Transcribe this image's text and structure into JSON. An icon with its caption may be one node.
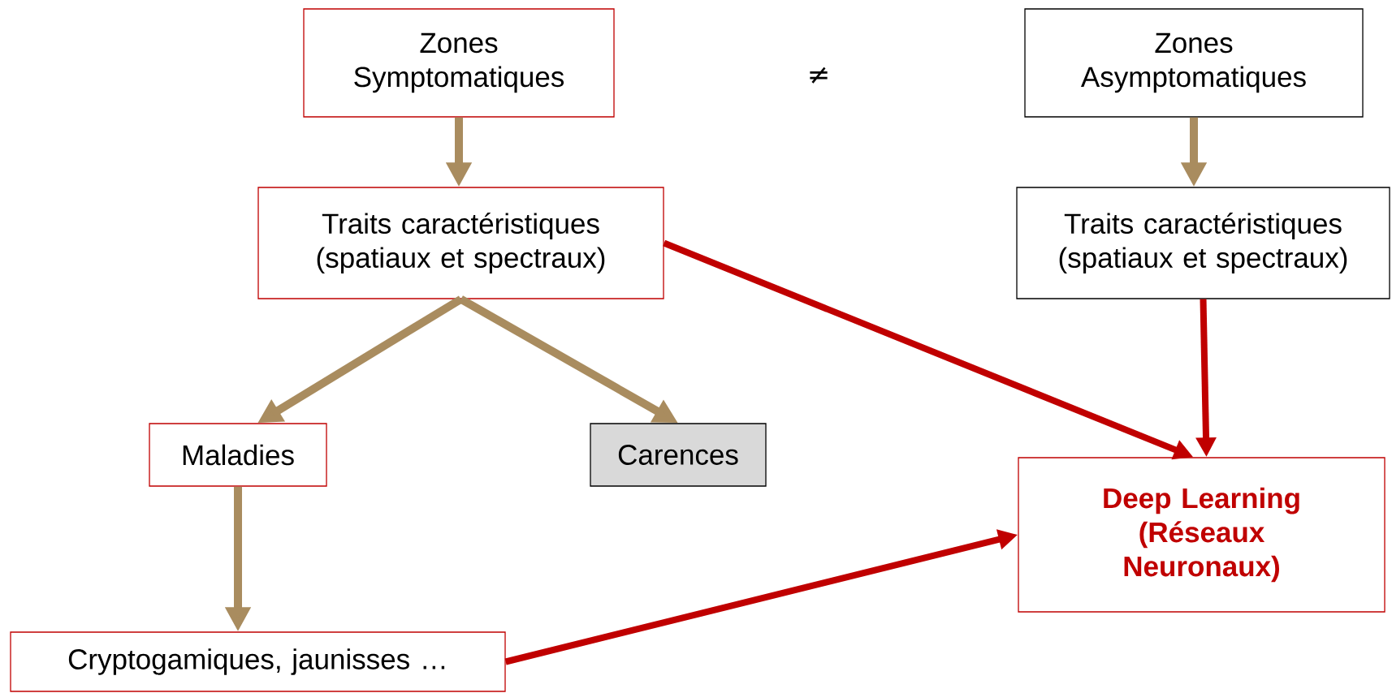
{
  "diagram": {
    "nodes": [
      {
        "text": [
          "Zones Symptomatiques"
        ]
      },
      {
        "text": [
          "Zones Asymptomatiques"
        ]
      },
      {
        "text": [
          "Traits caractéristiques (spatiaux et spectraux)"
        ]
      },
      {
        "text": [
          "Traits caractéristiques (spatiaux et spectraux)"
        ]
      },
      {
        "text": [
          "Maladies"
        ]
      },
      {
        "text": [
          "Carences"
        ]
      },
      {
        "text": [
          "Deep Learning (Réseaux Neuronaux)"
        ]
      },
      {
        "text": [
          "Cryptogamiques, jaunisses …"
        ]
      }
    ],
    "edges": [
      {
        "from": 0,
        "to": 2,
        "arrow": "to"
      },
      {
        "from": 1,
        "to": 3,
        "arrow": "to"
      },
      {
        "from": 2,
        "to": 4,
        "arrow": "to"
      },
      {
        "from": 2,
        "to": 5,
        "arrow": "to"
      },
      {
        "from": 4,
        "to": 7,
        "arrow": "to"
      },
      {
        "from": 2,
        "to": 6,
        "arrow": "to",
        "color": "#c00000"
      },
      {
        "from": 3,
        "to": 6,
        "arrow": "to",
        "color": "#c00000"
      },
      {
        "from": 7,
        "to": 6,
        "arrow": "to",
        "color": "#c00000"
      }
    ],
    "labels": [
      "≠"
    ]
  }
}
